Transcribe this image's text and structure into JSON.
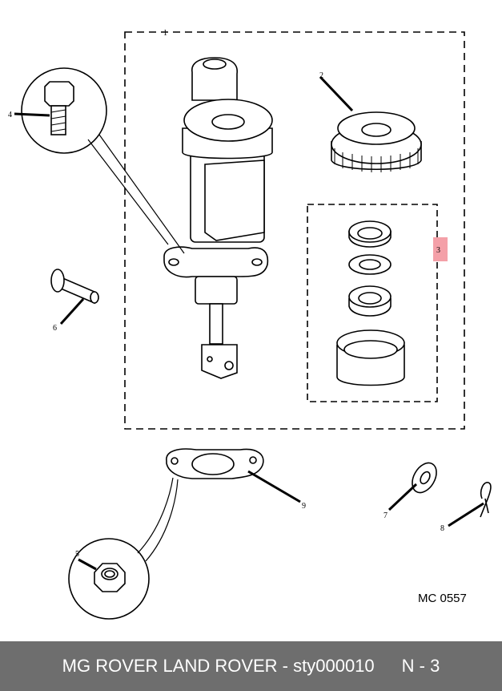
{
  "diagram": {
    "callouts": [
      {
        "id": "callout-1",
        "text": "1"
      },
      {
        "id": "callout-2",
        "text": "2"
      },
      {
        "id": "callout-3",
        "text": "3"
      },
      {
        "id": "callout-4",
        "text": "4"
      },
      {
        "id": "callout-5",
        "text": "5"
      },
      {
        "id": "callout-6",
        "text": "6"
      },
      {
        "id": "callout-7",
        "text": "7"
      },
      {
        "id": "callout-8",
        "text": "8"
      },
      {
        "id": "callout-9",
        "text": "9"
      }
    ],
    "highlight_color": "#f4a0a8",
    "reference_code": "MC 0557"
  },
  "footer": {
    "brand_text": "MG ROVER LAND ROVER - sty000010",
    "page_ref": "N - 3",
    "background": "#6e6e6e"
  }
}
